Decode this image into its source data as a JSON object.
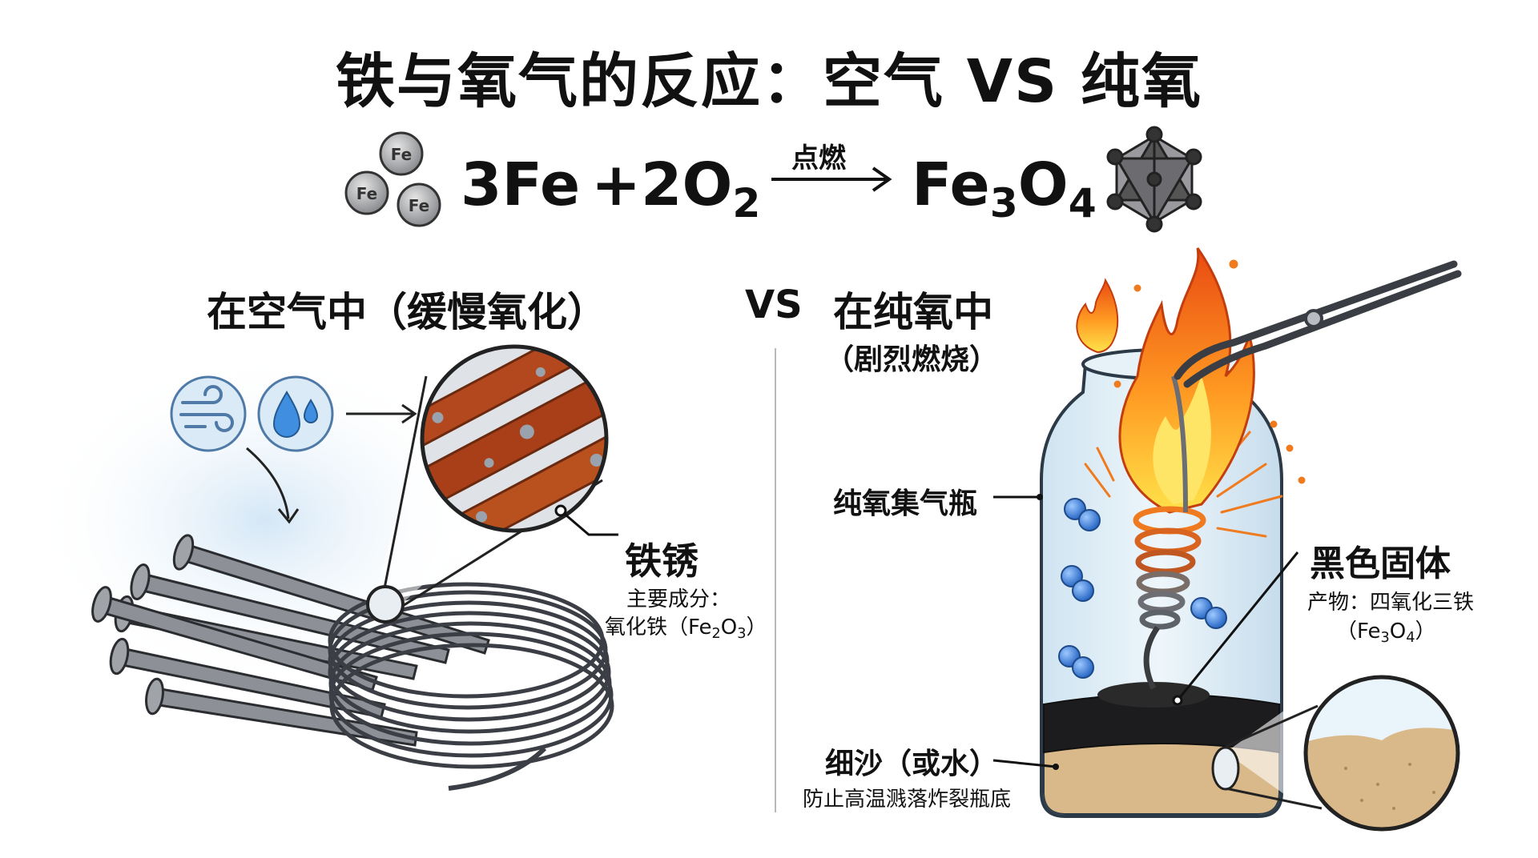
{
  "title": "铁与氧气的反应：空气 VS 纯氧",
  "equation": {
    "reactant_coeff_fe": "3Fe",
    "plus": "+",
    "reactant_coeff_o": "2O",
    "reactant_o_sub": "2",
    "condition": "点燃",
    "product_fe": "Fe",
    "product_fe_sub": "3",
    "product_o": "O",
    "product_o_sub": "4",
    "atom_label": "Fe"
  },
  "left_panel": {
    "heading": "在空气中（缓慢氧化）",
    "rust_label": "铁锈",
    "rust_detail_line1": "主要成分：",
    "rust_detail_line2_prefix": "氧化铁（Fe",
    "rust_detail_sub1": "2",
    "rust_detail_mid": "O",
    "rust_detail_sub2": "3",
    "rust_detail_suffix": "）"
  },
  "vs": "VS",
  "right_panel": {
    "heading_line1": "在纯氧中",
    "heading_line2": "（剧烈燃烧）",
    "bottle_label": "纯氧集气瓶",
    "solid_label": "黑色固体",
    "product_line1": "产物：四氧化三铁",
    "product_line2_prefix": "（Fe",
    "product_sub1": "3",
    "product_mid": "O",
    "product_sub2": "4",
    "product_suffix": "）",
    "sand_label": "细沙（或水）",
    "sand_detail": "防止高温溅落炸裂瓶底"
  },
  "colors": {
    "rust": "#b3471d",
    "iron": "#5d6168",
    "flame_outer": "#f26a1b",
    "flame_inner": "#ffd23a",
    "oxygen": "#3d7fd6",
    "sand": "#d9b98a",
    "bubble_bg": "#dbeaf7"
  },
  "icons": [
    "iron-atom-icon",
    "crystal-lattice-icon",
    "wind-icon",
    "water-drops-icon",
    "arrow-right-icon",
    "flame-icon",
    "oxygen-molecule-icon",
    "tongs-icon"
  ]
}
